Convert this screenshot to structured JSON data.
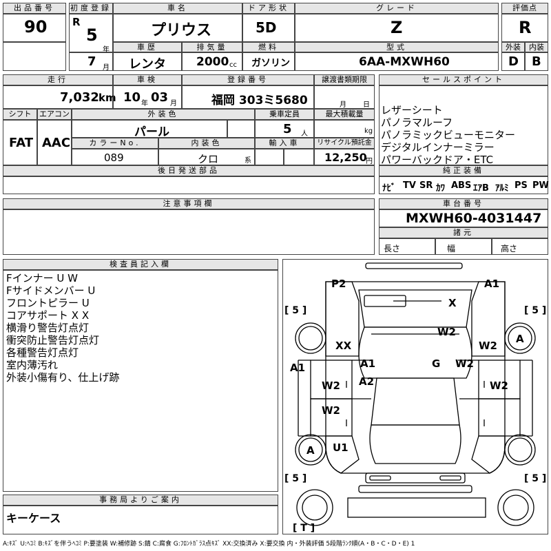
{
  "header": {
    "lot_no": {
      "label": "出品番号",
      "value": "90"
    },
    "first_reg": {
      "label": "初度登録",
      "era": "R",
      "year": "5",
      "year_unit": "年",
      "month": "7",
      "month_unit": "月"
    },
    "car_name": {
      "label": "車名",
      "value": "プリウス"
    },
    "door": {
      "label": "ドア形状",
      "value": "5D"
    },
    "grade": {
      "label": "グレード",
      "value": "Z"
    },
    "score": {
      "label": "評価点",
      "value": "R"
    },
    "history": {
      "label": "車歴",
      "value": "レンタ"
    },
    "displacement": {
      "label": "排気量",
      "value": "2000",
      "unit": "cc"
    },
    "fuel": {
      "label": "燃料",
      "value": "ガソリン"
    },
    "model": {
      "label": "型式",
      "value": "6AA-MXWH60"
    },
    "ext_score": {
      "label": "外装",
      "value": "D"
    },
    "int_score": {
      "label": "内装",
      "value": "B"
    }
  },
  "row2": {
    "mileage": {
      "label": "走行",
      "value": "7,032",
      "unit": "km"
    },
    "inspection": {
      "label": "車検",
      "year": "10",
      "year_unit": "年",
      "month": "03",
      "month_unit": "月"
    },
    "plate": {
      "label": "登録番号",
      "value": "福岡 303ミ5680"
    },
    "transfer": {
      "label": "譲渡書類期限",
      "month_unit": "月",
      "day_unit": "日"
    },
    "shift": {
      "label": "シフト",
      "value": "FAT"
    },
    "ac": {
      "label": "エアコン",
      "value": "AAC"
    },
    "ext_color": {
      "label": "外装色",
      "value": "パール"
    },
    "capacity": {
      "label": "乗車定員",
      "value": "5",
      "unit": "人"
    },
    "max_load": {
      "label": "最大積載量",
      "unit": "kg"
    },
    "color_no": {
      "label": "カラーNo.",
      "value": "089"
    },
    "int_color": {
      "label": "内装色",
      "value": "クロ",
      "suffix": "系"
    },
    "import": {
      "label": "輸入車"
    },
    "recycle": {
      "label": "リサイクル預託金",
      "value": "12,250",
      "unit": "円"
    },
    "later_parts": {
      "label": "後日発送部品"
    }
  },
  "sales_points": {
    "label": "セールスポイント",
    "items": [
      "レザーシート",
      "パノラマルーフ",
      "パノラミックビューモニター",
      "デジタルインナーミラー",
      "パワーバックドア・ETC"
    ]
  },
  "equipment": {
    "label": "純正装備",
    "items": [
      "ﾅﾋﾞ",
      "TV",
      "SR",
      "ｶﾜ",
      "ABS",
      "ｴｱB",
      "ｱﾙﾐ",
      "PS",
      "PW"
    ]
  },
  "notes": {
    "label": "注意事項欄"
  },
  "chassis": {
    "label": "車台番号",
    "value": "MXWH60-4031447"
  },
  "specs": {
    "label": "諸元",
    "length": "長さ",
    "width": "幅",
    "height": "高さ"
  },
  "inspector": {
    "label": "検査員記入欄",
    "items": [
      "Fインナー U W",
      "Fサイドメンバー U",
      "フロントピラー U",
      "コアサポート X X",
      "横滑り警告灯点灯",
      "衝突防止警告灯点灯",
      "各種警告灯点灯",
      "室内薄汚れ",
      "外装小傷有り、仕上げ跡"
    ]
  },
  "office": {
    "label": "事務局よりご案内",
    "value": "キーケース"
  },
  "diagram": {
    "marks": {
      "p2": "P2",
      "a1_front_right": "A1",
      "x_front": "X",
      "w2_hood": "W2",
      "w2_right_fender": "W2",
      "a_right_front_wheel": "A",
      "xx_left": "XX",
      "a1_left_pillar": "A1",
      "g_windshield": "G",
      "w2_right_pillar": "W2",
      "a1_left_door": "A1",
      "a2_left": "A2",
      "w2_left_front_door": "W2",
      "w2_right_front_door": "W2",
      "w2_left_rear_door": "W2",
      "a_left_rear_wheel": "A",
      "u1_left_rear": "U1"
    },
    "tire_left_front": "[ 5 ]",
    "tire_right_front": "[ 5 ]",
    "tire_left_rear": "[ 5 ]",
    "tire_right_rear": "[ 5 ]",
    "tire_spare": "[ T ]"
  },
  "legend": "A:ｷｽﾞ U:ﾍｺﾐ B:ｷｽﾞを伴うﾍｺﾐ P:要塗装 W:補修跡 S:錆 C:腐食 G:ﾌﾛﾝﾄｶﾞﾗｽ点ｷｽﾞ XX:交換済み X:要交換 内・外装評価 5段階ﾗﾝｸ順(A・B・C・D・E) 1"
}
